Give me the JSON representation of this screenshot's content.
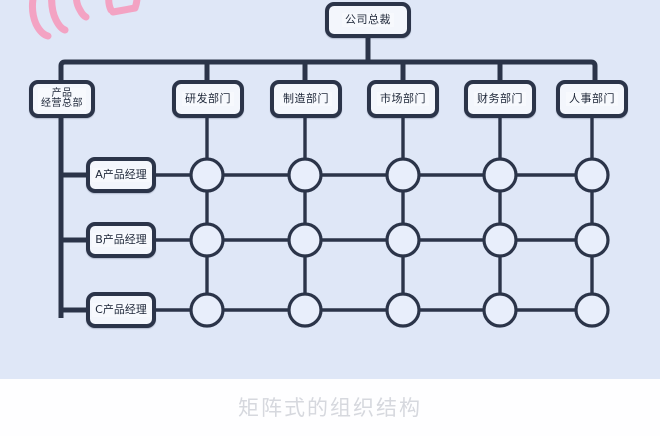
{
  "diagram": {
    "caption": "矩阵式的组织结构",
    "annotation": "手写涂鸦",
    "colors": {
      "background": "#dfe7f7",
      "caption_band": "#fefeff",
      "line": "#2b3449",
      "node_fill": "#f3f6fc",
      "circle_fill": "#e8eefb",
      "caption_text": "#d6d8de",
      "scribble": "#f4a6c4"
    },
    "top_node": {
      "label": "公司总裁"
    },
    "left_node": {
      "label": "产品经营总部",
      "line1": "产品",
      "line2": "经营总部"
    },
    "departments": [
      {
        "label": "研发部门"
      },
      {
        "label": "制造部门"
      },
      {
        "label": "市场部门"
      },
      {
        "label": "财务部门"
      },
      {
        "label": "人事部门"
      }
    ],
    "product_managers": [
      {
        "label": "A产品经理"
      },
      {
        "label": "B产品经理"
      },
      {
        "label": "C产品经理"
      }
    ],
    "matrix": {
      "rows": 3,
      "columns": 5,
      "node_shape": "circle",
      "column_headers": [
        "研发部门",
        "制造部门",
        "市场部门",
        "财务部门",
        "人事部门"
      ],
      "row_headers": [
        "A产品经理",
        "B产品经理",
        "C产品经理"
      ]
    }
  }
}
